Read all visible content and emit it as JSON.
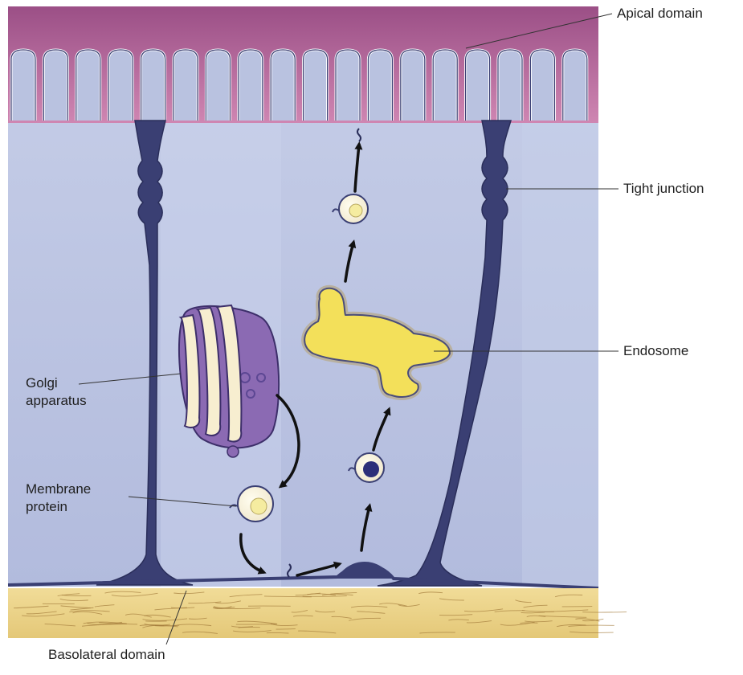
{
  "labels": {
    "apical_domain": "Apical domain",
    "tight_junction": "Tight junction",
    "endosome": "Endosome",
    "golgi_line1": "Golgi",
    "golgi_line2": "apparatus",
    "membrane_line1": "Membrane",
    "membrane_line2": "protein",
    "basolateral_domain": "Basolateral domain"
  },
  "colors": {
    "apical_top": "#9b4f86",
    "apical_mid": "#c77aa9",
    "cytoplasm": "#b9c2e0",
    "cytoplasm_light": "#c8d0ea",
    "lateral_membrane": "#3a3f73",
    "basement": "#e9cf86",
    "basement_fiber": "#a37a3a",
    "endosome_fill": "#f3e05a",
    "golgi_purple": "#8b6ab3",
    "golgi_cream": "#f7eed0",
    "vesicle_blue": "#2c2f79",
    "arrow": "#111111"
  }
}
